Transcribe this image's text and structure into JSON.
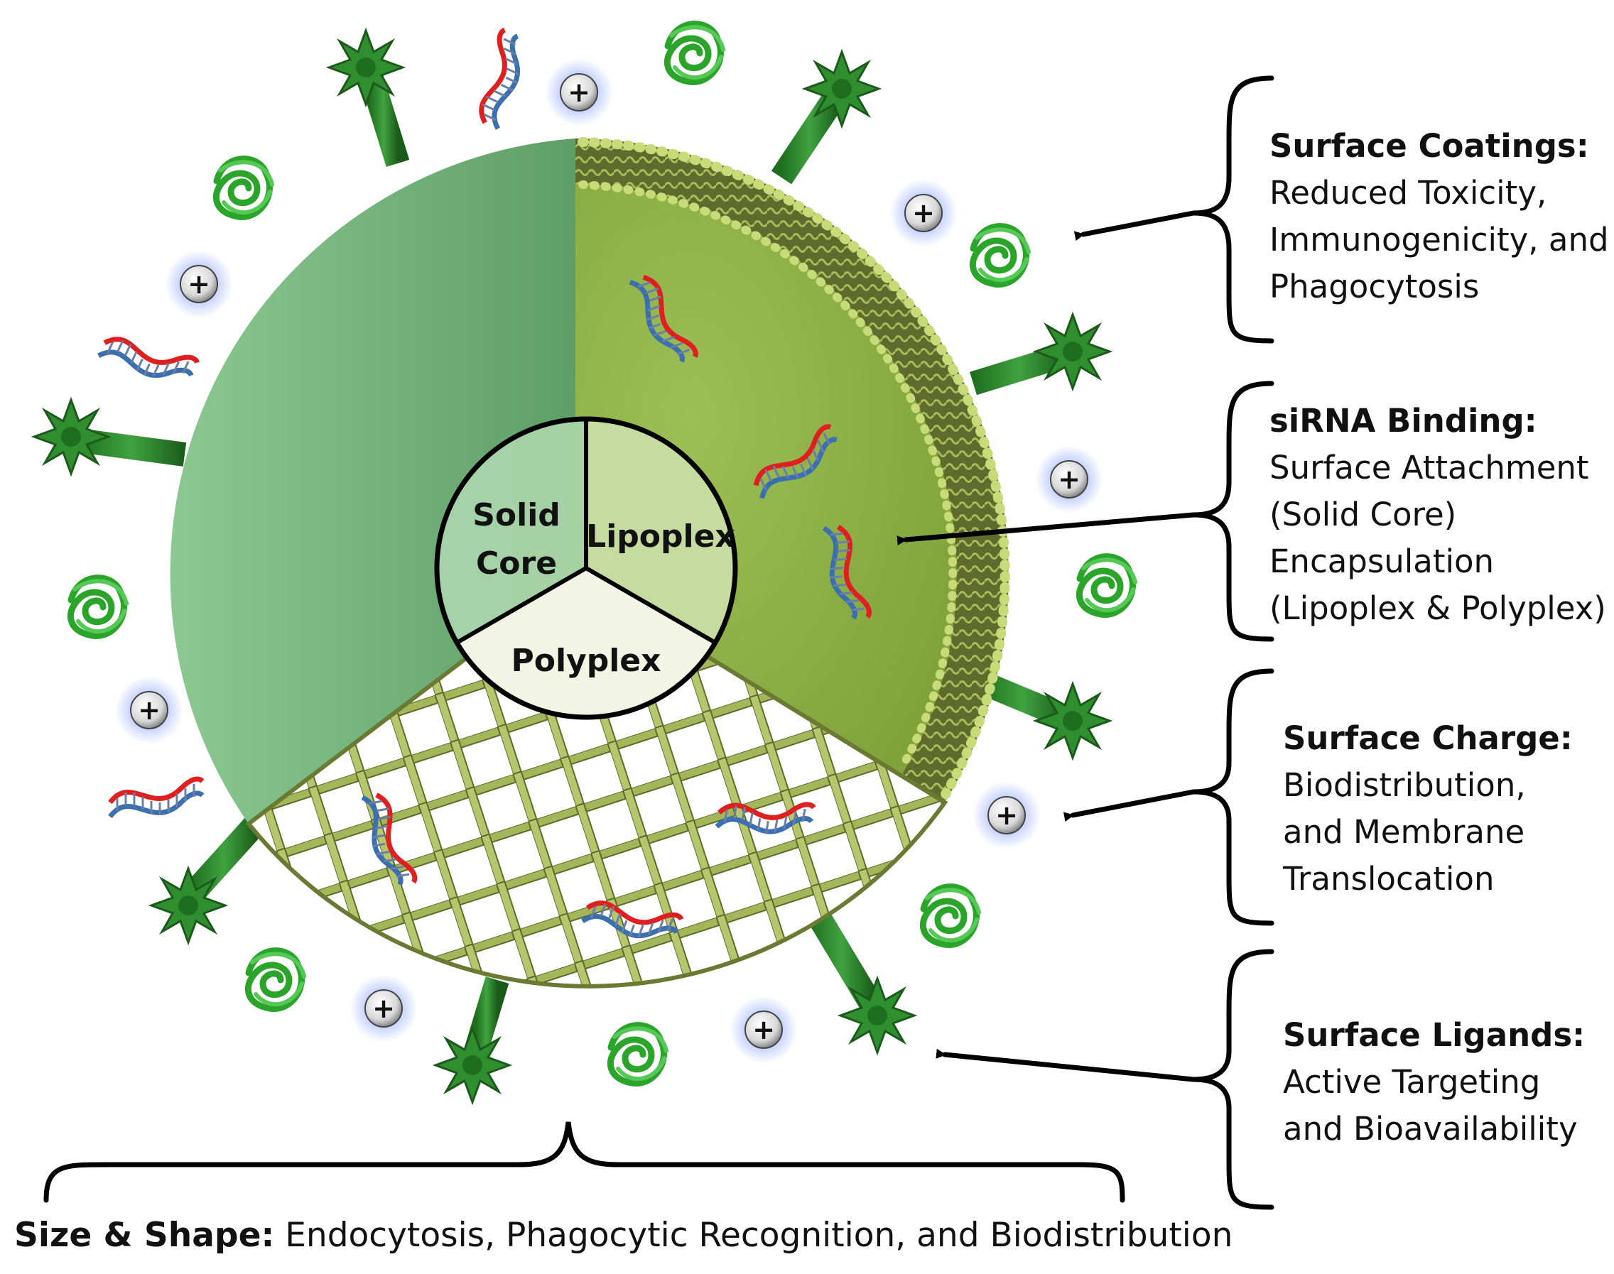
{
  "center": {
    "solid_core_line1": "Solid",
    "solid_core_line2": "Core",
    "lipoplex": "Lipoplex",
    "polyplex": "Polyplex"
  },
  "annotations": {
    "surface_coatings": {
      "title": "Surface Coatings:",
      "lines": [
        "Reduced Toxicity,",
        "Immunogenicity, and",
        "Phagocytosis"
      ]
    },
    "sirna_binding": {
      "title": "siRNA Binding:",
      "lines": [
        "Surface Attachment",
        "(Solid Core)",
        "Encapsulation",
        "(Lipoplex & Polyplex)"
      ]
    },
    "surface_charge": {
      "title": "Surface Charge:",
      "lines": [
        "Biodistribution,",
        "and Membrane",
        "Translocation"
      ]
    },
    "surface_ligands": {
      "title": "Surface Ligands:",
      "lines": [
        "Active Targeting",
        "and Bioavailability"
      ]
    },
    "size_shape": {
      "title": "Size & Shape:",
      "text": "Endocytosis, Phagocytic Recognition, and Biodistribution"
    }
  },
  "charge_symbol": "+",
  "colors": {
    "solid_core": "#6fb07a",
    "lipoplex": "#8fb048",
    "polyplex_mesh": "#a7b85a",
    "ligand": "#2e8b2e",
    "protein": "#3cb43c",
    "sirna_red": "#e02020",
    "sirna_blue": "#3a6fb0",
    "charge_glow": "#9fb3ff"
  },
  "icons": [
    "ligand-star-icon",
    "protein-coil-icon",
    "sirna-duplex-icon",
    "positive-charge-icon",
    "arrow-icon",
    "curly-brace-icon"
  ]
}
